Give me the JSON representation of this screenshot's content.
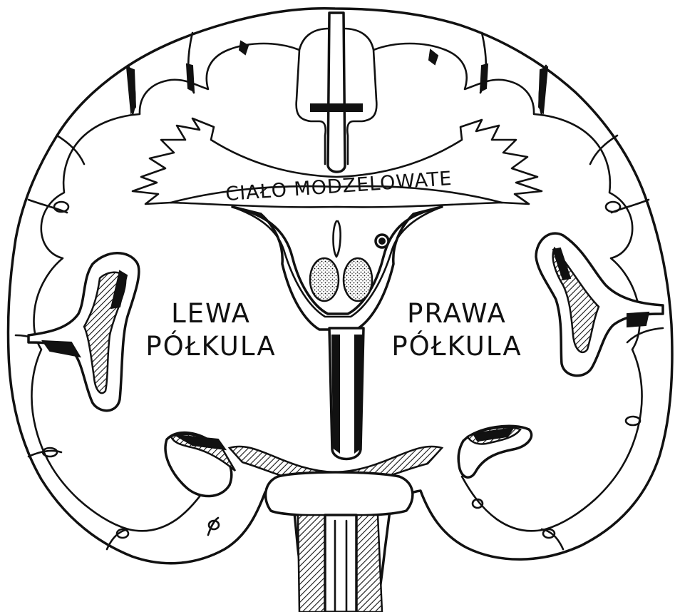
{
  "labels": {
    "corpus_callosum": "CIAŁO MODZELOWATE",
    "left_hemisphere": {
      "line1": "LEWA",
      "line2": "PÓŁKULA"
    },
    "right_hemisphere": {
      "line1": "PRAWA",
      "line2": "PÓŁKULA"
    }
  },
  "colors": {
    "ink": "#111111",
    "paper": "#ffffff"
  }
}
